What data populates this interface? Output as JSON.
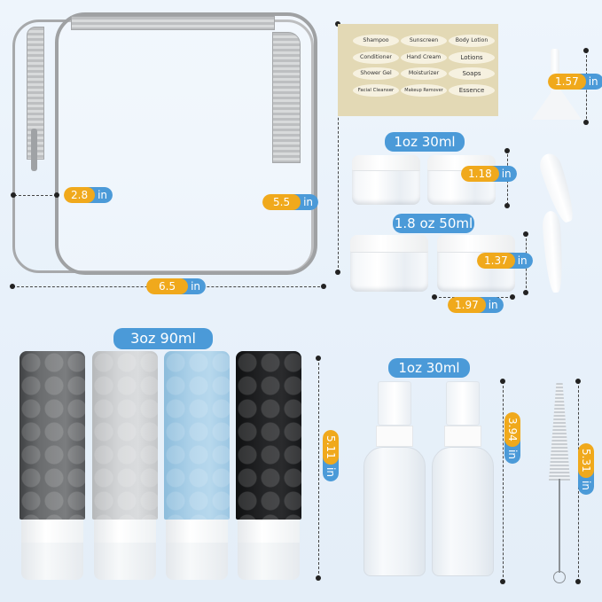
{
  "bag": {
    "width_badge": {
      "value": "6.5",
      "unit": "in"
    },
    "height_badge": {
      "value": "5.5",
      "unit": "in"
    },
    "depth_badge": {
      "value": "2.8",
      "unit": "in"
    }
  },
  "sticker_sheet": {
    "labels": [
      "Shampoo",
      "Sunscreen",
      "Body Lotion",
      "Conditioner",
      "Hand Cream",
      "Lotions",
      "Shower Gel",
      "Moisturizer",
      "Soaps",
      "Facial Cleanser",
      "Makeup Remover",
      "Essence"
    ]
  },
  "funnel": {
    "height_badge": {
      "value": "1.57",
      "unit": "in"
    }
  },
  "small_jars": {
    "capacity_label": "1oz 30ml",
    "height_badge": {
      "value": "1.18",
      "unit": "in"
    }
  },
  "large_jars": {
    "capacity_label": "1.8 oz 50ml",
    "height_badge": {
      "value": "1.37",
      "unit": "in"
    },
    "width_badge": {
      "value": "1.97",
      "unit": "in"
    }
  },
  "silicone_bottles": {
    "capacity_label": "3oz 90ml",
    "height_badge": {
      "value": "5.11",
      "unit": "in"
    },
    "colors": [
      "#5e6062",
      "#c9cbcd",
      "#a9cde6",
      "#1c1d1f"
    ]
  },
  "spray_bottles": {
    "capacity_label": "1oz 30ml",
    "height_badge": {
      "value": "3.94",
      "unit": "in"
    }
  },
  "brush": {
    "height_badge": {
      "value": "5.31",
      "unit": "in"
    }
  },
  "colors": {
    "badge_orange": "#f0a91c",
    "badge_blue": "#4b9ad8",
    "sheet_bg": "#e3d9b5"
  }
}
